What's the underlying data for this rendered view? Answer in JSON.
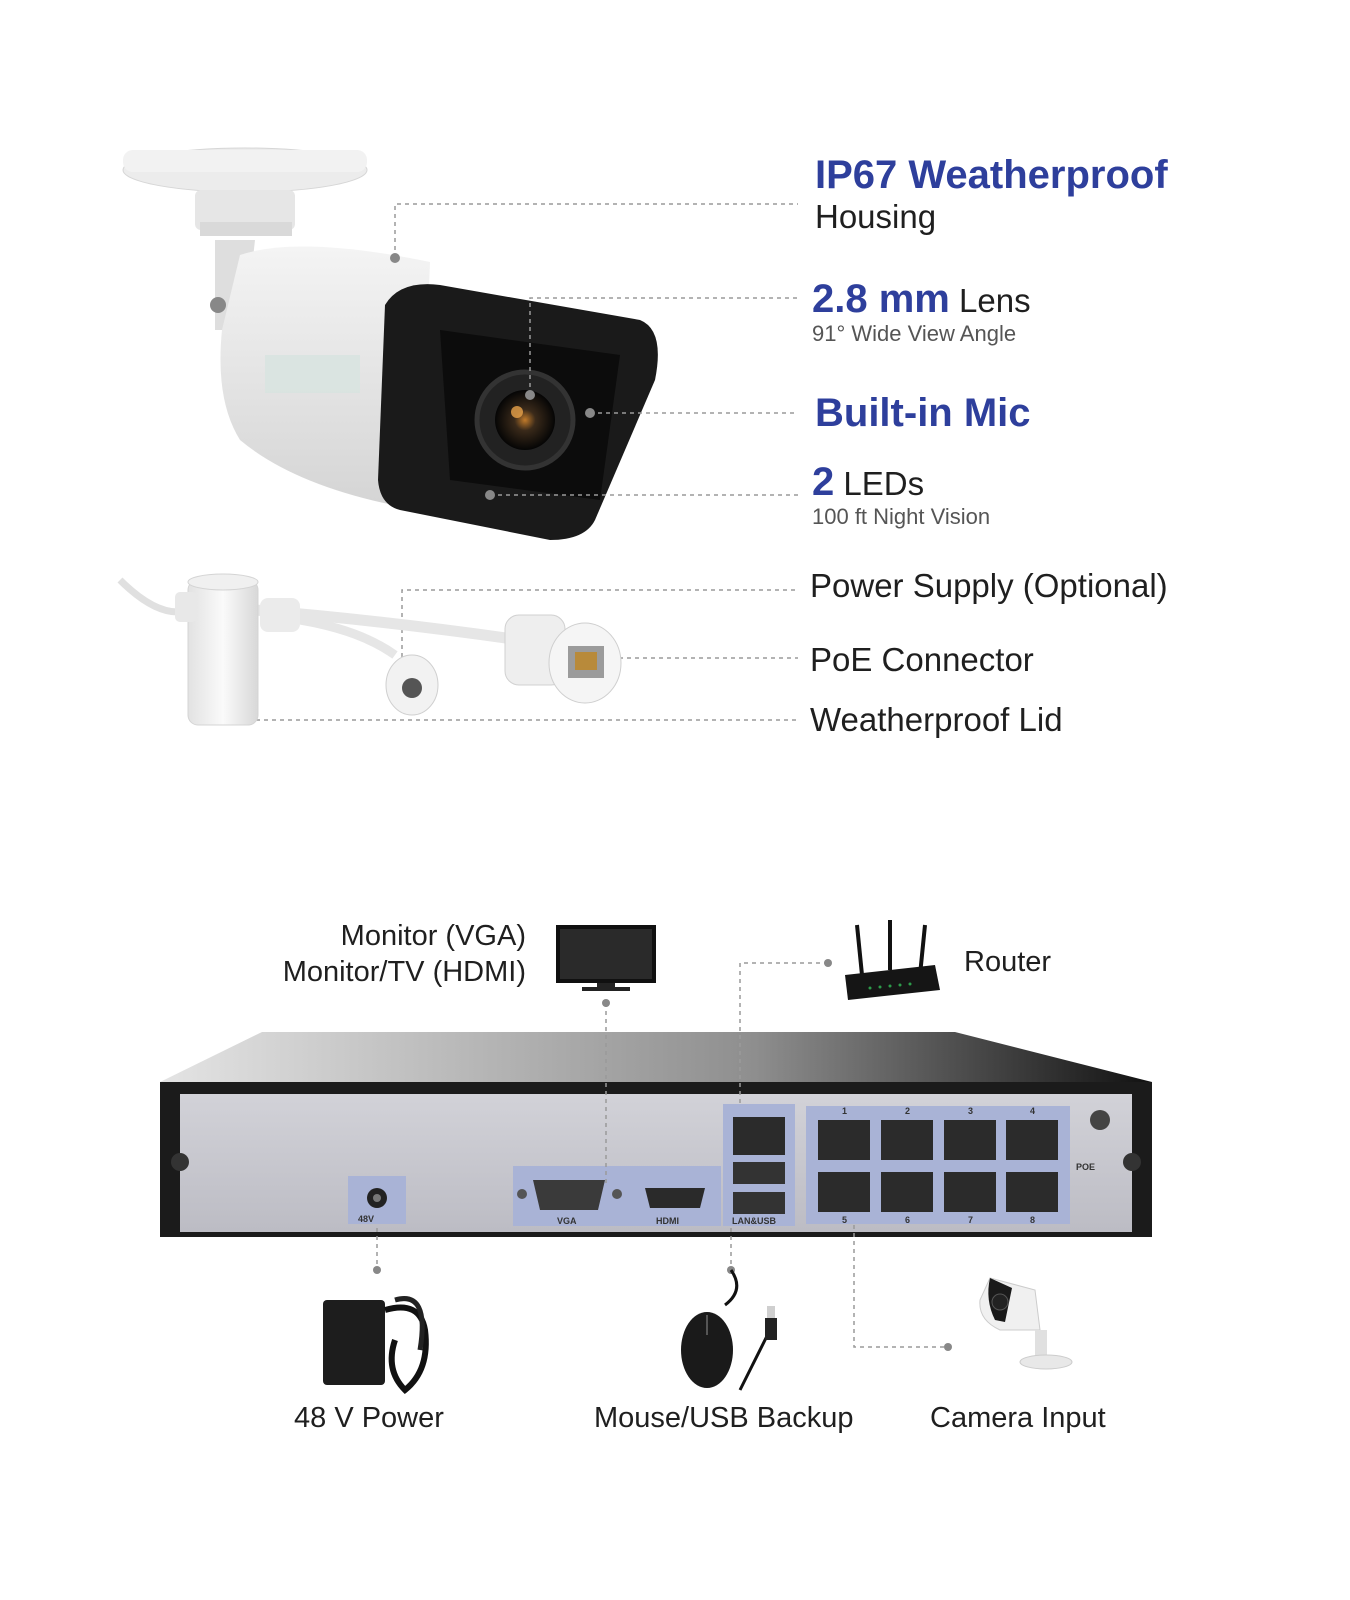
{
  "camera_features": {
    "housing": {
      "highlight": "IP67 Weatherproof",
      "text": "Housing"
    },
    "lens": {
      "highlight": "2.8 mm",
      "text": " Lens",
      "sub": "91° Wide View Angle"
    },
    "mic": {
      "highlight": "Built-in Mic"
    },
    "leds": {
      "highlight": "2",
      "text": " LEDs",
      "sub": "100 ft Night Vision"
    },
    "power_supply": "Power Supply (Optional)",
    "poe_connector": "PoE Connector",
    "weatherproof_lid": "Weatherproof Lid"
  },
  "nvr": {
    "monitor_vga": "Monitor (VGA)",
    "monitor_hdmi": "Monitor/TV (HDMI)",
    "router": "Router",
    "power": "48 V Power",
    "mouse_usb": "Mouse/USB Backup",
    "camera_input": "Camera Input",
    "panel": {
      "dc_label": "48V",
      "vga_label": "VGA",
      "hdmi_label": "HDMI",
      "lan_usb_label": "LAN&USB",
      "poe_label": "POE",
      "port_numbers": [
        "1",
        "2",
        "3",
        "4",
        "5",
        "6",
        "7",
        "8"
      ]
    }
  },
  "colors": {
    "accent": "#2e3f9c",
    "text": "#1f1f1f",
    "panel": "#c9c9cf",
    "port_panel": "#a9b3d6"
  }
}
